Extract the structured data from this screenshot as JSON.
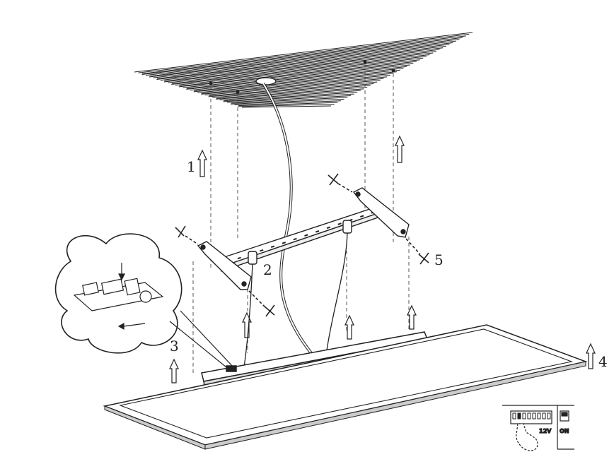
{
  "steps": [
    {
      "id": "step-1",
      "label": "1"
    },
    {
      "id": "step-2",
      "label": "2"
    },
    {
      "id": "step-3",
      "label": "3"
    },
    {
      "id": "step-4",
      "label": "4"
    },
    {
      "id": "step-5",
      "label": "5"
    }
  ],
  "switch_inset": {
    "left_marks": "12V",
    "on_label": "ON"
  },
  "colors": {
    "line": "#222222",
    "dash": "#555555",
    "background": "#ffffff"
  },
  "icons": [
    "up-arrow-icon",
    "screw-icon",
    "finger-icon",
    "zoom-bubble-icon"
  ]
}
